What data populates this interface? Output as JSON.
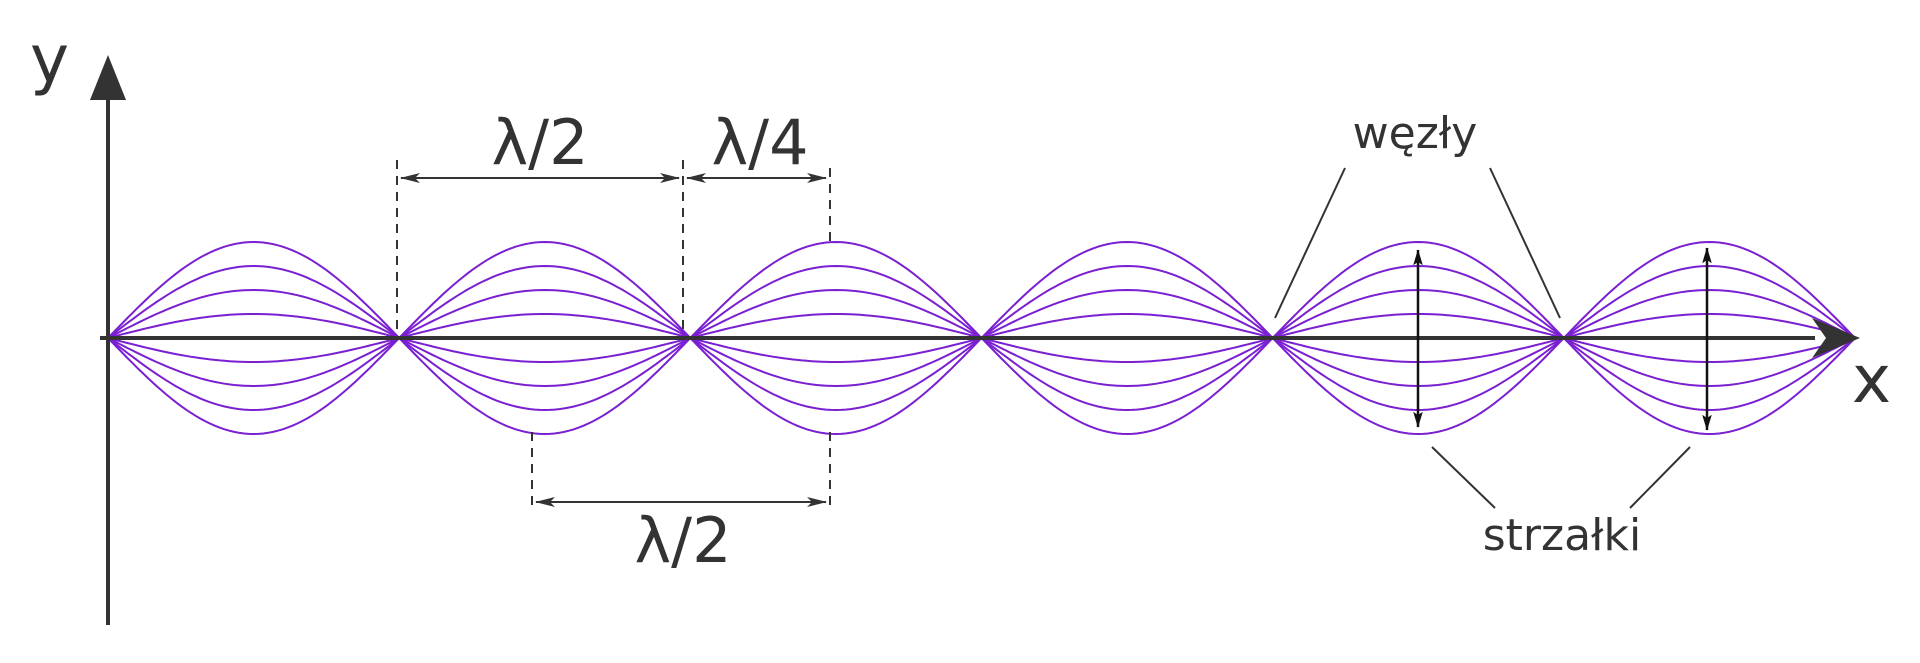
{
  "labels": {
    "y_axis": "y",
    "x_axis": "x",
    "half_wavelength_top": "λ/2",
    "quarter_wavelength": "λ/4",
    "half_wavelength_bottom": "λ/2",
    "nodes": "węzły",
    "antinodes": "strzałki"
  },
  "wave": {
    "loops": 6,
    "amplitude_fractions": [
      0.25,
      0.5,
      0.75,
      1.0
    ],
    "mirror_below_axis": true
  },
  "colors": {
    "wave": "#7a1fd1",
    "ink": "#333333",
    "arrow": "#111111",
    "background": "#ffffff"
  }
}
